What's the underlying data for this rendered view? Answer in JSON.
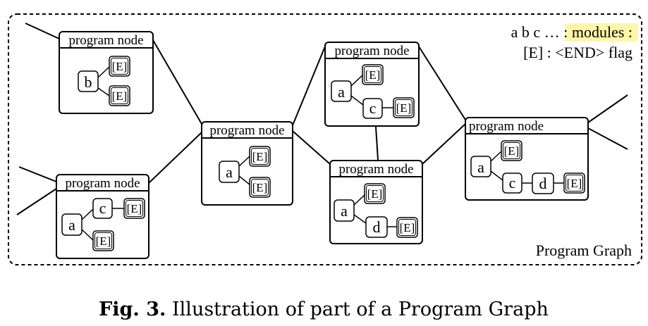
{
  "legend": {
    "modules_prefix": "a b c … : ",
    "modules_word": "modules :",
    "end_flag_line": "[E] : <END> flag",
    "highlight_color": "#fff6a8"
  },
  "graph_label": "Program Graph",
  "node_title": "program node",
  "end_flag": "[E]",
  "modules": {
    "a": "a",
    "b": "b",
    "c": "c",
    "d": "d"
  },
  "caption": {
    "prefix": "Fig. 3.",
    "text": " Illustration of part of a Program Graph"
  }
}
